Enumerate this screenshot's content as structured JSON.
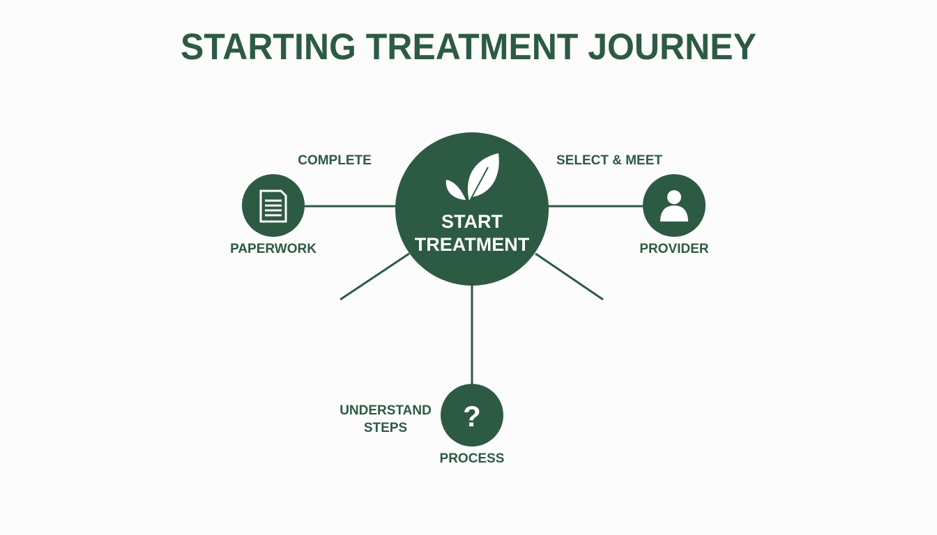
{
  "title": "STARTING TREATMENT JOURNEY",
  "center": {
    "line1": "START",
    "line2": "TREATMENT",
    "icon": "leaf-icon"
  },
  "nodes": {
    "paperwork": {
      "top_label": "COMPLETE",
      "bottom_label": "PAPERWORK",
      "icon": "document-icon"
    },
    "provider": {
      "top_label": "SELECT & MEET",
      "bottom_label": "PROVIDER",
      "icon": "person-icon"
    },
    "process": {
      "side_label_1": "UNDERSTAND",
      "side_label_2": "STEPS",
      "bottom_label": "PROCESS",
      "icon": "question-icon"
    }
  },
  "colors": {
    "primary": "#2d5a43",
    "background": "#fbfcfb"
  }
}
